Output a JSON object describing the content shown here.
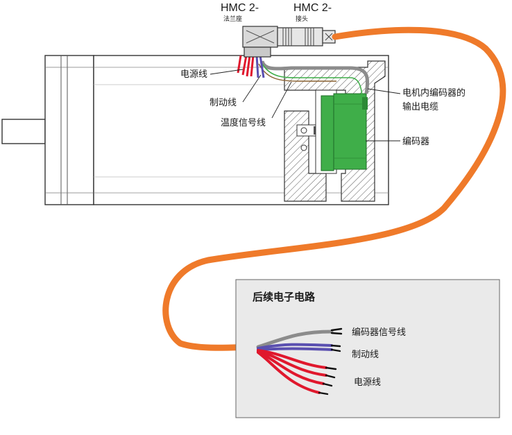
{
  "connector": {
    "left_title": "HMC 2-",
    "left_sub": "法兰座",
    "right_title": "HMC 2-",
    "right_sub": "接头"
  },
  "motor": {
    "power_wire": "电源线",
    "brake_wire": "制动线",
    "temp_wire": "温度信号线",
    "encoder_cable_line1": "电机内编码器的",
    "encoder_cable_line2": "输出电缆",
    "encoder": "编码器"
  },
  "circuit": {
    "title": "后续电子电路",
    "encoder_signal_wire": "编码器信号线",
    "brake_wire": "制动线",
    "power_wire": "电源线"
  },
  "colors": {
    "cable": "#ef7a2a",
    "encoder_green": "#3fae49",
    "power_red": "#e0182d",
    "brake_blue": "#5a4fb0",
    "signal_gray": "#8c8c8c"
  }
}
